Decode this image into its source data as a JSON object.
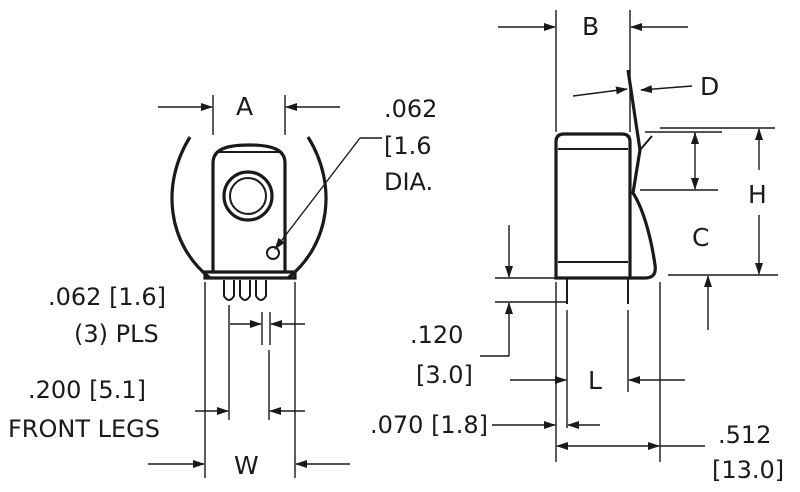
{
  "front_view": {
    "dim_a": "A",
    "dim_w": "W",
    "hole_dia_line1": ".062",
    "hole_dia_line2": "[1.6",
    "hole_dia_line3": "DIA.",
    "pin_dia_line1": ".062 [1.6]",
    "pin_dia_line2": "(3) PLS",
    "front_legs_line1": ".200 [5.1]",
    "front_legs_line2": "FRONT LEGS"
  },
  "side_view": {
    "dim_b": "B",
    "dim_d": "D",
    "dim_c": "C",
    "dim_h": "H",
    "dim_l": "L",
    "pin_len_line1": ".120",
    "pin_len_line2": "[3.0]",
    "leg_width": ".070 [1.8]",
    "overall_line1": ".512",
    "overall_line2": "[13.0]"
  }
}
